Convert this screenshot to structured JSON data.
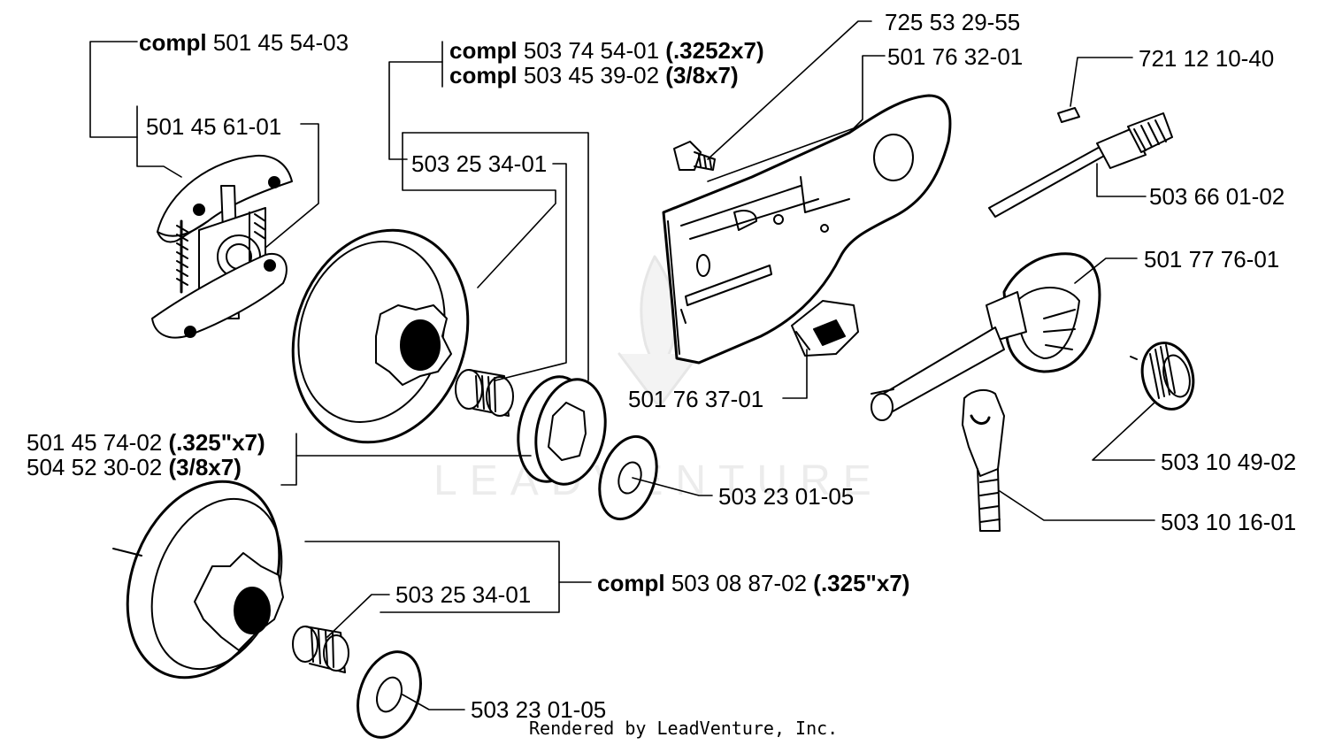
{
  "labels": {
    "l1": {
      "prefix": "compl",
      "num": "501 45 54-03",
      "suffix": ""
    },
    "l2": {
      "prefix": "",
      "num": "501 45 61-01",
      "suffix": ""
    },
    "l3": {
      "prefix": "compl",
      "num": "503 74 54-01",
      "suffix": "(.3252x7)"
    },
    "l4": {
      "prefix": "compl",
      "num": "503 45 39-02",
      "suffix": "(3/8x7)"
    },
    "l5": {
      "prefix": "",
      "num": "503 25 34-01",
      "suffix": ""
    },
    "l6": {
      "prefix": "",
      "num": "725 53 29-55",
      "suffix": ""
    },
    "l7": {
      "prefix": "",
      "num": "501 76 32-01",
      "suffix": ""
    },
    "l8": {
      "prefix": "",
      "num": "721 12 10-40",
      "suffix": ""
    },
    "l9": {
      "prefix": "",
      "num": "503 66 01-02",
      "suffix": ""
    },
    "l10": {
      "prefix": "",
      "num": "501 77 76-01",
      "suffix": ""
    },
    "l11": {
      "prefix": "",
      "num": "501 76 37-01",
      "suffix": ""
    },
    "l12": {
      "prefix": "",
      "num": "501 45 74-02",
      "suffix": "(.325\"x7)"
    },
    "l13": {
      "prefix": "",
      "num": "504 52 30-02",
      "suffix": "(3/8x7)"
    },
    "l14": {
      "prefix": "",
      "num": "503 23 01-05",
      "suffix": ""
    },
    "l15": {
      "prefix": "",
      "num": "503 10 49-02",
      "suffix": ""
    },
    "l16": {
      "prefix": "",
      "num": "503 10 16-01",
      "suffix": ""
    },
    "l17": {
      "prefix": "compl",
      "num": "503 08 87-02",
      "suffix": "(.325\"x7)"
    },
    "l18": {
      "prefix": "",
      "num": "503 25 34-01",
      "suffix": ""
    },
    "l19": {
      "prefix": "",
      "num": "503 23 01-05",
      "suffix": ""
    }
  },
  "watermark": "LEADVENTURE",
  "footer": "Rendered by LeadVenture, Inc."
}
